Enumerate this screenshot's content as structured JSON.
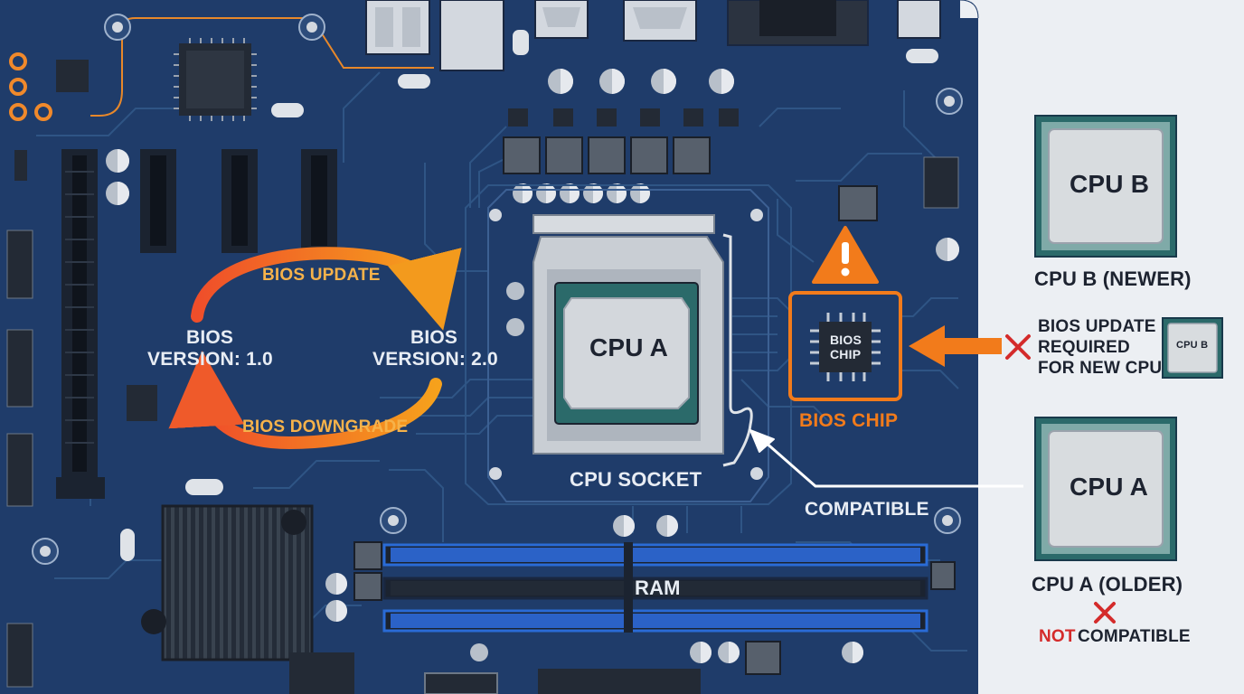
{
  "colors": {
    "board": "#1f3c6a",
    "board_dark": "#163056",
    "trace": "#2f5585",
    "accent_orange": "#f27b1b",
    "warning_red": "#d42b2b",
    "panel_bg": "#eceff3",
    "chip_frame": "#2f6e6e",
    "chip_face": "#d4d8dd"
  },
  "icons": {
    "warning": "warning-triangle-icon",
    "incompatible": "red-x-icon",
    "arrow": "arrow-icon"
  },
  "labels": {
    "bios_update": "BIOS UPDATE",
    "bios_downgrade": "BIOS DOWNGRADE",
    "bios_v1_line1": "BIOS",
    "bios_v1_line2": "VERSION: 1.0",
    "bios_v2_line1": "BIOS",
    "bios_v2_line2": "VERSION: 2.0",
    "cpu_in_socket": "CPU A",
    "cpu_socket": "CPU SOCKET",
    "bios_chip_line1": "BIOS",
    "bios_chip_line2": "CHIP",
    "bios_chip_caption": "BIOS CHIP",
    "compatible": "COMPATIBLE",
    "ram": "RAM"
  },
  "sidebar": {
    "cpu_b_chip": "CPU B",
    "cpu_b_caption": "CPU B (NEWER)",
    "update_note_line1": "BIOS UPDATE",
    "update_note_line2": "REQUIRED",
    "update_note_line3": "FOR NEW CPU",
    "cpu_b_small_chip": "CPU B",
    "cpu_a_chip": "CPU A",
    "cpu_a_caption": "CPU A (OLDER)",
    "not_word": "NOT",
    "compatible_word": "COMPATIBLE"
  }
}
